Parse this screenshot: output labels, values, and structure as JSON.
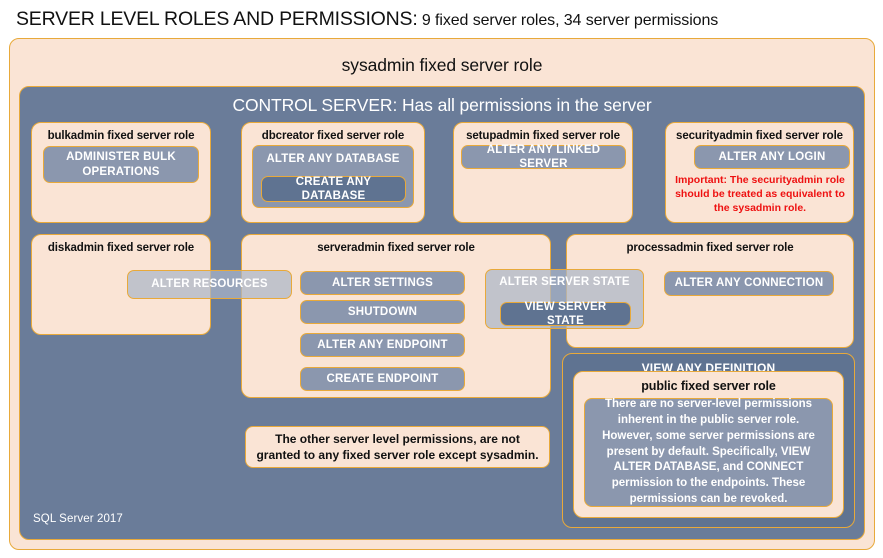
{
  "title": {
    "main": "SERVER LEVEL ROLES AND PERMISSIONS:",
    "sub": " 9 fixed server roles, 34 server permissions"
  },
  "sysadmin": {
    "label": "sysadmin fixed server role"
  },
  "control_server": {
    "label": "CONTROL SERVER: Has all permissions in the server"
  },
  "roles": {
    "bulkadmin": {
      "label": "bulkadmin fixed server role",
      "permissions": [
        "ADMINISTER  BULK OPERATIONS"
      ]
    },
    "dbcreator": {
      "label": "dbcreator fixed server role",
      "permissions": [
        "ALTER ANY DATABASE",
        "CREATE ANY DATABASE"
      ]
    },
    "setupadmin": {
      "label": "setupadmin fixed server role",
      "permissions": [
        "ALTER ANY LINKED SERVER"
      ]
    },
    "securityadmin": {
      "label": "securityadmin fixed server role",
      "permissions": [
        "ALTER ANY LOGIN"
      ],
      "note": "Important:  The securityadmin role should  be treated  as equivalent to the sysadmin role."
    },
    "diskadmin": {
      "label": "diskadmin fixed server role",
      "permissions": [
        "ALTER RESOURCES"
      ]
    },
    "serveradmin": {
      "label": "serveradmin fixed server role",
      "permissions": [
        "ALTER SETTINGS",
        "SHUTDOWN",
        "ALTER ANY ENDPOINT",
        "CREATE ENDPOINT",
        "ALTER SERVER STATE",
        "VIEW SERVER STATE"
      ]
    },
    "processadmin": {
      "label": "processadmin fixed server role",
      "permissions": [
        "ALTER ANY CONNECTION"
      ]
    },
    "public": {
      "banner": "VIEW ANY DEFINITION",
      "label": "public fixed server role",
      "note": "There are no server-level permissions inherent in the public server role. However, some server permissions are present by default. Specifically, VIEW ALTER DATABASE, and CONNECT permission to the endpoints. These permissions can be revoked."
    }
  },
  "notes": {
    "other_permissions": "The other server level permissions,  are not granted to any fixed server role except sysadmin."
  },
  "footer": {
    "version": "SQL Server 2017"
  },
  "colors": {
    "peach_fill": "#fae4d5",
    "gold_border": "#e8a93a",
    "blue_bg": "#6a7c99",
    "perm_light": "#8b97ae",
    "perm_dark": "#5f7391",
    "alert_red": "#ee1111"
  }
}
